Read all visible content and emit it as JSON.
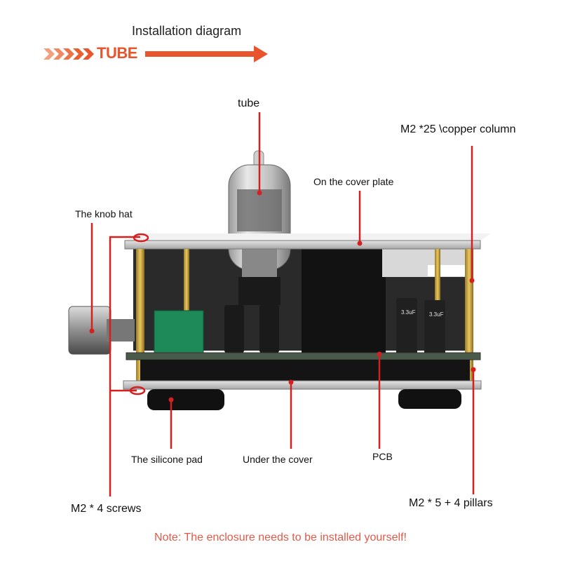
{
  "header": {
    "title": "Installation diagram",
    "banner_text": "TUBE"
  },
  "labels": {
    "tube": "tube",
    "copper_column": "M2 *25 \\copper column",
    "cover_plate": "On the cover plate",
    "knob_hat": "The knob hat",
    "silicone_pad": "The silicone pad",
    "under_cover": "Under the cover",
    "pcb": "PCB",
    "screws": "M2 * 4 screws",
    "pillars": "M2 * 5 + 4 pillars"
  },
  "note": "Note: The enclosure needs to be installed yourself!",
  "capacitor_text": "3.3uF",
  "colors": {
    "accent": "#e8542c",
    "leader_line": "#d42020",
    "note_text": "#e05a4a"
  }
}
